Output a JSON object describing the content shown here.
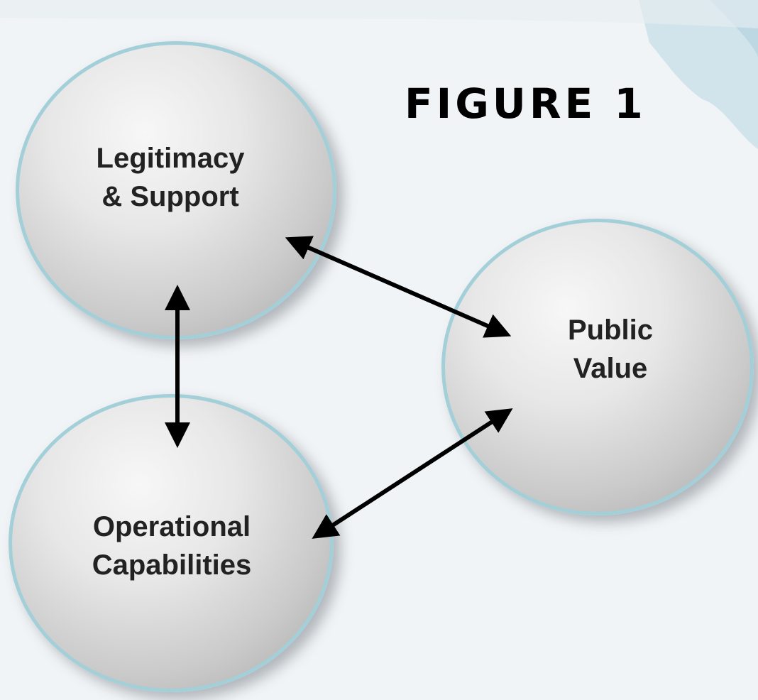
{
  "figure_label": "FIGURE 1",
  "nodes": {
    "legitimacy": "Legitimacy\n& Support",
    "operational": "Operational\nCapabilities",
    "public_value": "Public\nValue"
  },
  "colors": {
    "node_border": "#a3cfd8",
    "arrow": "#000000"
  }
}
